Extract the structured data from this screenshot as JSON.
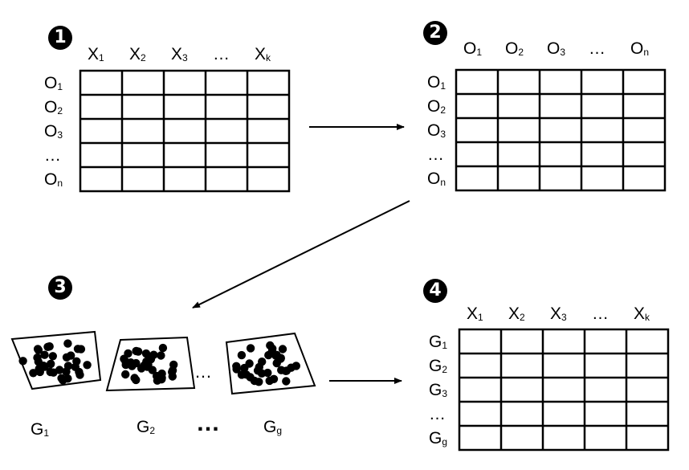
{
  "steps": [
    "1",
    "2",
    "3",
    "4"
  ],
  "panel1": {
    "cols": [
      {
        "base": "X",
        "sub": "1"
      },
      {
        "base": "X",
        "sub": "2"
      },
      {
        "base": "X",
        "sub": "3"
      },
      {
        "base": "…",
        "sub": ""
      },
      {
        "base": "X",
        "sub": "k"
      }
    ],
    "rows": [
      {
        "base": "O",
        "sub": "1"
      },
      {
        "base": "O",
        "sub": "2"
      },
      {
        "base": "O",
        "sub": "3"
      },
      {
        "base": "…",
        "sub": ""
      },
      {
        "base": "O",
        "sub": "n"
      }
    ]
  },
  "panel2": {
    "cols": [
      {
        "base": "O",
        "sub": "1"
      },
      {
        "base": "O",
        "sub": "2"
      },
      {
        "base": "O",
        "sub": "3"
      },
      {
        "base": "…",
        "sub": ""
      },
      {
        "base": "O",
        "sub": "n"
      }
    ],
    "rows": [
      {
        "base": "O",
        "sub": "1"
      },
      {
        "base": "O",
        "sub": "2"
      },
      {
        "base": "O",
        "sub": "3"
      },
      {
        "base": "…",
        "sub": ""
      },
      {
        "base": "O",
        "sub": "n"
      }
    ]
  },
  "panel3": {
    "groups": [
      {
        "base": "G",
        "sub": "1"
      },
      {
        "base": "G",
        "sub": "2"
      },
      {
        "base": "G",
        "sub": "g"
      }
    ],
    "between_clusters": "…",
    "between_labels": "…"
  },
  "panel4": {
    "cols": [
      {
        "base": "X",
        "sub": "1"
      },
      {
        "base": "X",
        "sub": "2"
      },
      {
        "base": "X",
        "sub": "3"
      },
      {
        "base": "…",
        "sub": ""
      },
      {
        "base": "X",
        "sub": "k"
      }
    ],
    "rows": [
      {
        "base": "G",
        "sub": "1"
      },
      {
        "base": "G",
        "sub": "2"
      },
      {
        "base": "G",
        "sub": "3"
      },
      {
        "base": "…",
        "sub": ""
      },
      {
        "base": "G",
        "sub": "g"
      }
    ]
  }
}
